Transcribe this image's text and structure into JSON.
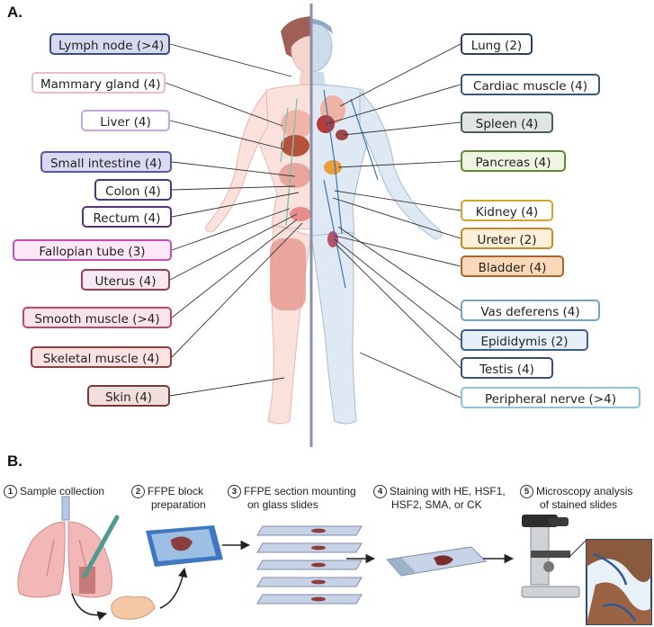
{
  "panels": {
    "a": "A.",
    "b": "B."
  },
  "tissues_left": [
    {
      "label": "Lymph node (>4)",
      "fill": "#d6daf0",
      "border": "#3d4a8c"
    },
    {
      "label": "Mammary gland (4)",
      "fill": "#ffffff",
      "border": "#e9bcd6"
    },
    {
      "label": "Liver (4)",
      "fill": "#ffffff",
      "border": "#c2a8d8"
    },
    {
      "label": "Small intestine (4)",
      "fill": "#dad9f2",
      "border": "#5b56a4"
    },
    {
      "label": "Colon (4)",
      "fill": "#ffffff",
      "border": "#3e3b8a"
    },
    {
      "label": "Rectum (4)",
      "fill": "#ffffff",
      "border": "#5b2f86"
    },
    {
      "label": "Fallopian tube (3)",
      "fill": "#fde6f6",
      "border": "#c74fb2"
    },
    {
      "label": "Uterus (4)",
      "fill": "#f8e8f0",
      "border": "#9a3a5e"
    },
    {
      "label": "Smooth muscle (>4)",
      "fill": "#fbe4ea",
      "border": "#c0476a"
    },
    {
      "label": "Skeletal muscle (4)",
      "fill": "#fbe3e3",
      "border": "#a03a3a"
    },
    {
      "label": "Skin (4)",
      "fill": "#f3dede",
      "border": "#7a3a3a"
    }
  ],
  "tissues_right": [
    {
      "label": "Lung (2)",
      "fill": "#ffffff",
      "border": "#2c3e66"
    },
    {
      "label": "Cardiac muscle (4)",
      "fill": "#ffffff",
      "border": "#3d5872"
    },
    {
      "label": "Spleen (4)",
      "fill": "#dfe6e4",
      "border": "#4a5f5a"
    },
    {
      "label": "Pancreas (4)",
      "fill": "#eff5e0",
      "border": "#5f8a2e"
    },
    {
      "label": "Kidney (4)",
      "fill": "#ffffff",
      "border": "#d2a52c"
    },
    {
      "label": "Ureter (2)",
      "fill": "#fdf0d8",
      "border": "#c7892a"
    },
    {
      "label": "Bladder (4)",
      "fill": "#fbd9b8",
      "border": "#a8652e"
    },
    {
      "label": "Vas deferens (4)",
      "fill": "#ffffff",
      "border": "#6fa6c8"
    },
    {
      "label": "Epididymis (2)",
      "fill": "#e6f0fa",
      "border": "#3e5f8a"
    },
    {
      "label": "Testis (4)",
      "fill": "#ffffff",
      "border": "#3a4f7a"
    },
    {
      "label": "Peripheral nerve (>4)",
      "fill": "#ffffff",
      "border": "#8cc3d6"
    }
  ],
  "steps": [
    {
      "num": "1",
      "lines": [
        "Sample collection"
      ]
    },
    {
      "num": "2",
      "lines": [
        "FFPE block",
        "preparation"
      ]
    },
    {
      "num": "3",
      "lines": [
        "FFPE section mounting",
        "on glass slides"
      ]
    },
    {
      "num": "4",
      "lines": [
        "Staining with HE, HSF1,",
        "HSF2, SMA, or CK"
      ]
    },
    {
      "num": "5",
      "lines": [
        "Microscopy analysis",
        "of stained slides"
      ]
    }
  ]
}
